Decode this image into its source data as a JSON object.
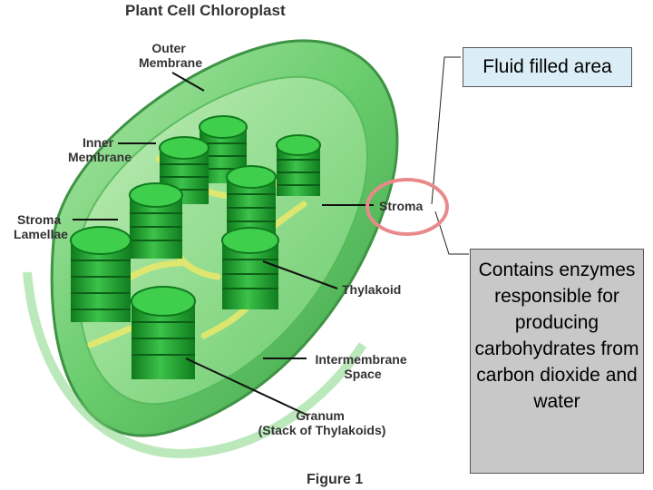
{
  "diagram": {
    "title": "Plant Cell Chloroplast",
    "figure_label": "Figure 1",
    "labels": {
      "outer_membrane": [
        "Outer",
        "Membrane"
      ],
      "inner_membrane": [
        "Inner",
        "Membrane"
      ],
      "stroma_lamellae": [
        "Stroma",
        "Lamellae"
      ],
      "stroma": "Stroma",
      "thylakoid": "Thylakoid",
      "intermembrane_space": [
        "Intermembrane",
        "Space"
      ],
      "granum": [
        "Granum",
        "(Stack of Thylakoids)"
      ]
    }
  },
  "callouts": {
    "definition": "Fluid filled area",
    "function": "Contains enzymes responsible for producing carbohydrates from carbon dioxide and water"
  },
  "colors": {
    "highlight_circle": "#e88a8a",
    "chloroplast_green": "#3fb64a",
    "granum_green": "#1f9a2a",
    "top_callout_bg": "#dbeef7",
    "bottom_callout_bg": "#c8c8c8"
  }
}
